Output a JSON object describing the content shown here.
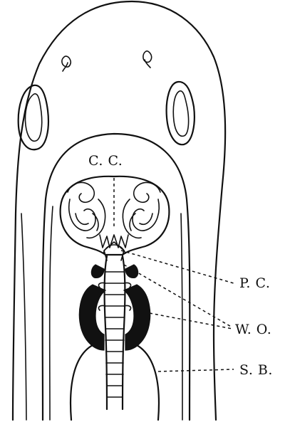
{
  "figure": {
    "labels": {
      "cc": "C. C.",
      "pc": "P. C.",
      "wo": "W. O.",
      "sb": "S. B."
    },
    "colors": {
      "ink": "#111111",
      "paper": "#ffffff"
    }
  }
}
